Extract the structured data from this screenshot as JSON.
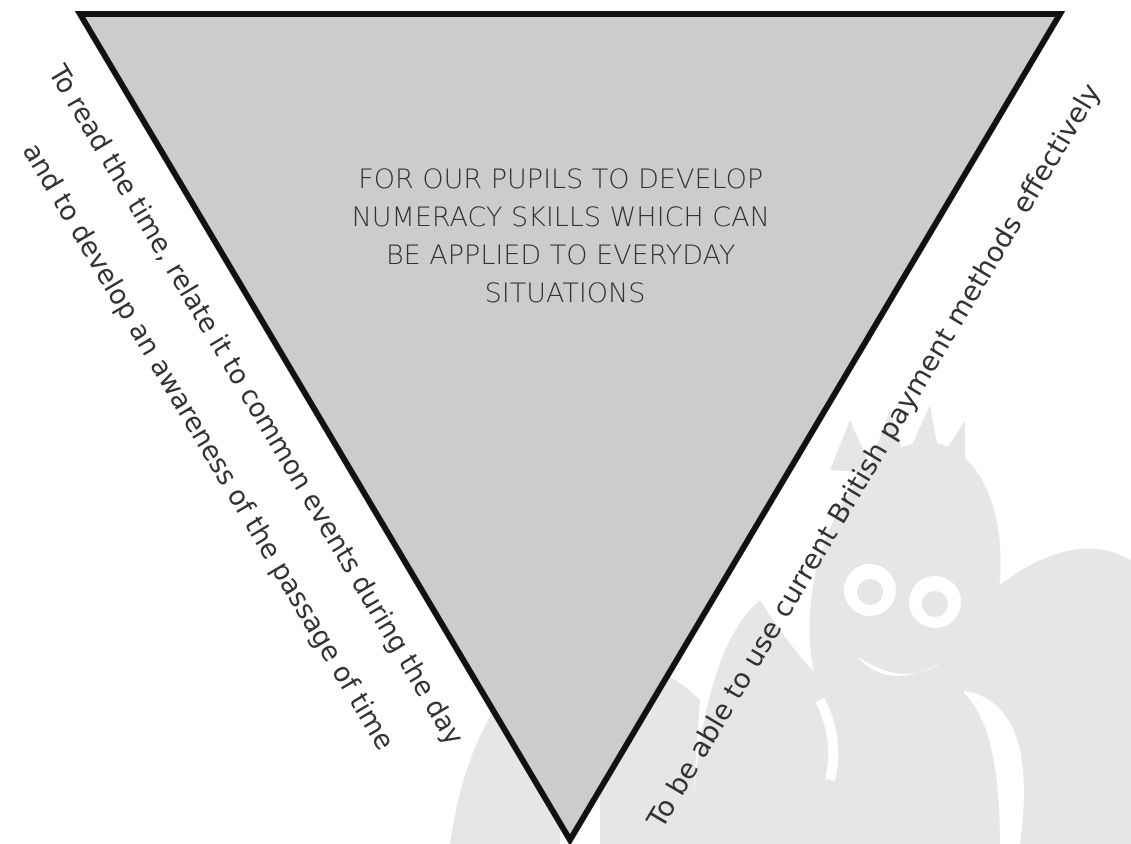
{
  "diagram": {
    "center_lines": [
      "FOR OUR PUPILS TO DEVELOP",
      "NUMERACY SKILLS WHICH CAN",
      "BE APPLIED TO EVERYDAY",
      "SITUATIONS"
    ],
    "left_side_lines": [
      "To read the time, relate it to common events during the day",
      "and to develop an awareness of the passage of time"
    ],
    "right_side_line": "To be able to use current British payment methods effectively",
    "colors": {
      "triangle_fill": "#cccccc",
      "triangle_stroke": "#111111",
      "text": "#333333",
      "watermark": "#e6e6e6"
    },
    "watermark_icon": "smiling-character-watermark"
  }
}
